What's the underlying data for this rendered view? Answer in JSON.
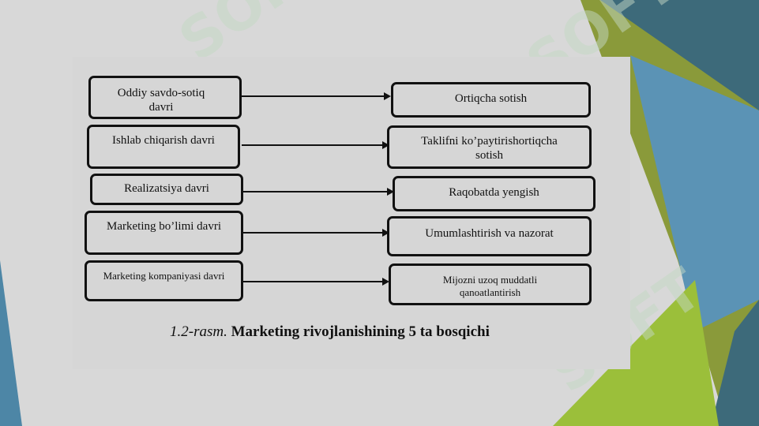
{
  "left_stages": [
    "Oddiy savdo-sotiq davri",
    "Ishlab chiqarish davri",
    "Realizatsiya davri",
    "Marketing bo’limi davri",
    "Marketing kompaniyasi davri"
  ],
  "right_stages": [
    "Ortiqcha sotish",
    "Taklifni ko’paytirishortiqcha sotish",
    "Raqobatda yengish",
    "Umumlashtirish va nazorat",
    "Mijozni uzoq muddatli qanoatlantirish"
  ],
  "caption": {
    "number": "1.2-rasm.",
    "title": "Marketing rivojlanishining 5 ta bosqichi"
  },
  "watermark": "SOFT",
  "colors": {
    "background": "#d8d8d8",
    "stripe_olive": "#8a9a3a",
    "stripe_dark": "#3d6a7a",
    "stripe_blue": "#5b93b5",
    "stripe_green": "#9bbf3a",
    "box_border": "#111111"
  }
}
